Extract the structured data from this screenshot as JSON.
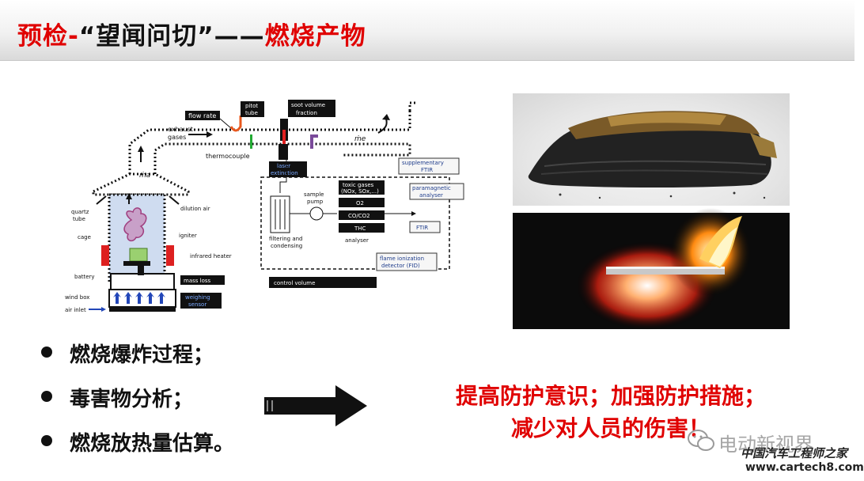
{
  "header": {
    "title_red_1": "预检-",
    "title_black": "“望闻问切”——",
    "title_red_2": "燃烧产物"
  },
  "diagram": {
    "flow_rate": "flow rate",
    "pitot_tube_1": "pitot",
    "pitot_tube_2": "tube",
    "soot_1": "soot volume",
    "soot_2": "fraction",
    "exhaust_1": "exhaust",
    "exhaust_2": "gases",
    "m_e": "ṁe",
    "m_a": "ṁa",
    "thermocouple": "thermocouple",
    "laser_1": "laser",
    "laser_2": "extinction",
    "dilution_air": "dilution air",
    "quartz_1": "quartz",
    "quartz_2": "tube",
    "cage": "cage",
    "igniter": "igniter",
    "infrared_heater": "infrared heater",
    "battery": "battery",
    "mass_loss": "mass loss",
    "wind_box": "wind box",
    "weighing_1": "weighing",
    "weighing_2": "sensor",
    "air_inlet": "air inlet",
    "sample_1": "sample",
    "sample_2": "pump",
    "filtering_1": "filtering and",
    "filtering_2": "condensing",
    "toxic_1": "toxic gases",
    "toxic_2": "(NOx, SOx,...)",
    "o2": "O2",
    "co_co2": "CO/CO2",
    "thc": "THC",
    "analyser": "analyser",
    "supp_1": "supplementary",
    "supp_2": "FTIR",
    "para_1": "paramagnetic",
    "para_2": "analyser",
    "ftir": "FTIR",
    "flame_1": "flame ionization",
    "flame_2": "detector (FID)",
    "control_volume": "control volume"
  },
  "bullets": [
    "燃烧爆炸过程；",
    "毒害物分析；",
    "燃烧放热量估算。"
  ],
  "conclusion": {
    "line1": "提高防护意识；加强防护措施；",
    "line2": "减少对人员的伤害！"
  },
  "watermark": {
    "brand": "电动新视界",
    "cn": "中国汽车工程师之家",
    "url": "www.cartech8.com"
  },
  "colors": {
    "accent_red": "#e00000",
    "label_blue": "#1f3d8c"
  }
}
